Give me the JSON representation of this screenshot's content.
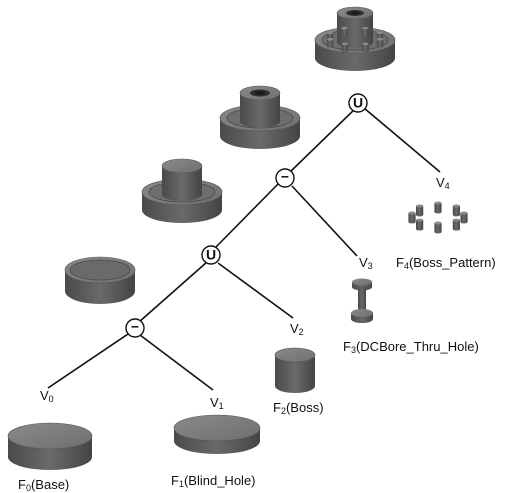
{
  "diagram": {
    "operators": [
      {
        "id": "union-top",
        "symbol": "U"
      },
      {
        "id": "diff-mid",
        "symbol": "−"
      },
      {
        "id": "union-mid",
        "symbol": "U"
      },
      {
        "id": "diff-low",
        "symbol": "−"
      }
    ],
    "volumes": [
      {
        "id": "v0",
        "prefix": "V",
        "sub": "0"
      },
      {
        "id": "v1",
        "prefix": "V",
        "sub": "1"
      },
      {
        "id": "v2",
        "prefix": "V",
        "sub": "2"
      },
      {
        "id": "v3",
        "prefix": "V",
        "sub": "3"
      },
      {
        "id": "v4",
        "prefix": "V",
        "sub": "4"
      }
    ],
    "features": [
      {
        "id": "f0",
        "prefix": "F",
        "sub": "0",
        "name": "(Base)"
      },
      {
        "id": "f1",
        "prefix": "F",
        "sub": "1",
        "name": "(Blind_Hole)"
      },
      {
        "id": "f2",
        "prefix": "F",
        "sub": "2",
        "name": "(Boss)"
      },
      {
        "id": "f3",
        "prefix": "F",
        "sub": "3",
        "name": "(DCBore_Thru_Hole)"
      },
      {
        "id": "f4",
        "prefix": "F",
        "sub": "4",
        "name": "(Boss_Pattern)"
      }
    ],
    "colors": {
      "solid_top": "#7a7a7a",
      "solid_side": "#555555",
      "solid_dark": "#3f3f3f",
      "line": "#111111"
    }
  }
}
